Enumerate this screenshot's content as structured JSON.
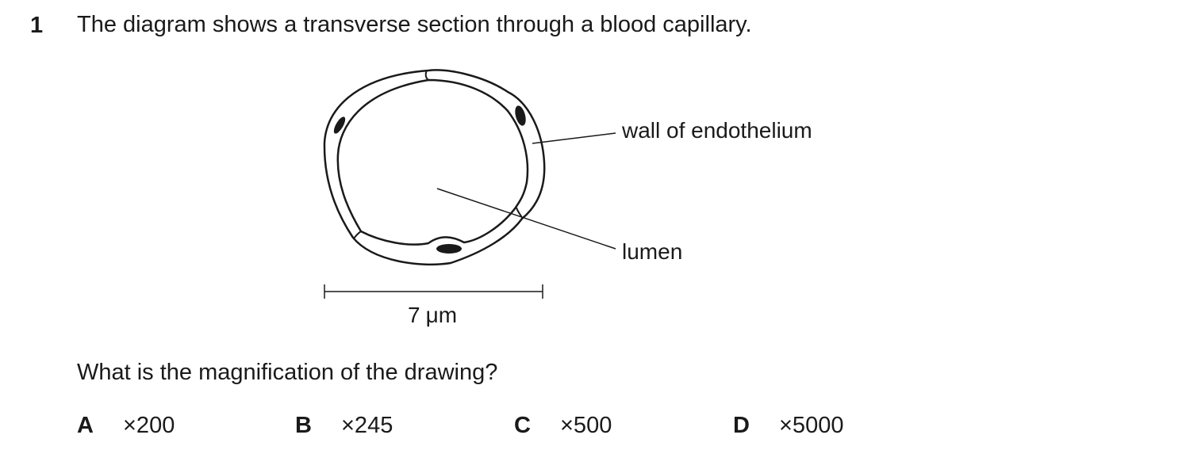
{
  "question": {
    "number": "1",
    "stem": "The diagram shows a transverse section through a blood capillary.",
    "prompt": "What is the magnification of the drawing?"
  },
  "diagram": {
    "labels": {
      "wall": "wall of endothelium",
      "lumen": "lumen"
    },
    "scale_bar": {
      "value": "7",
      "unit": "μm"
    }
  },
  "options": [
    {
      "letter": "A",
      "value": "×200"
    },
    {
      "letter": "B",
      "value": "×245"
    },
    {
      "letter": "C",
      "value": "×500"
    },
    {
      "letter": "D",
      "value": "×5000"
    }
  ]
}
